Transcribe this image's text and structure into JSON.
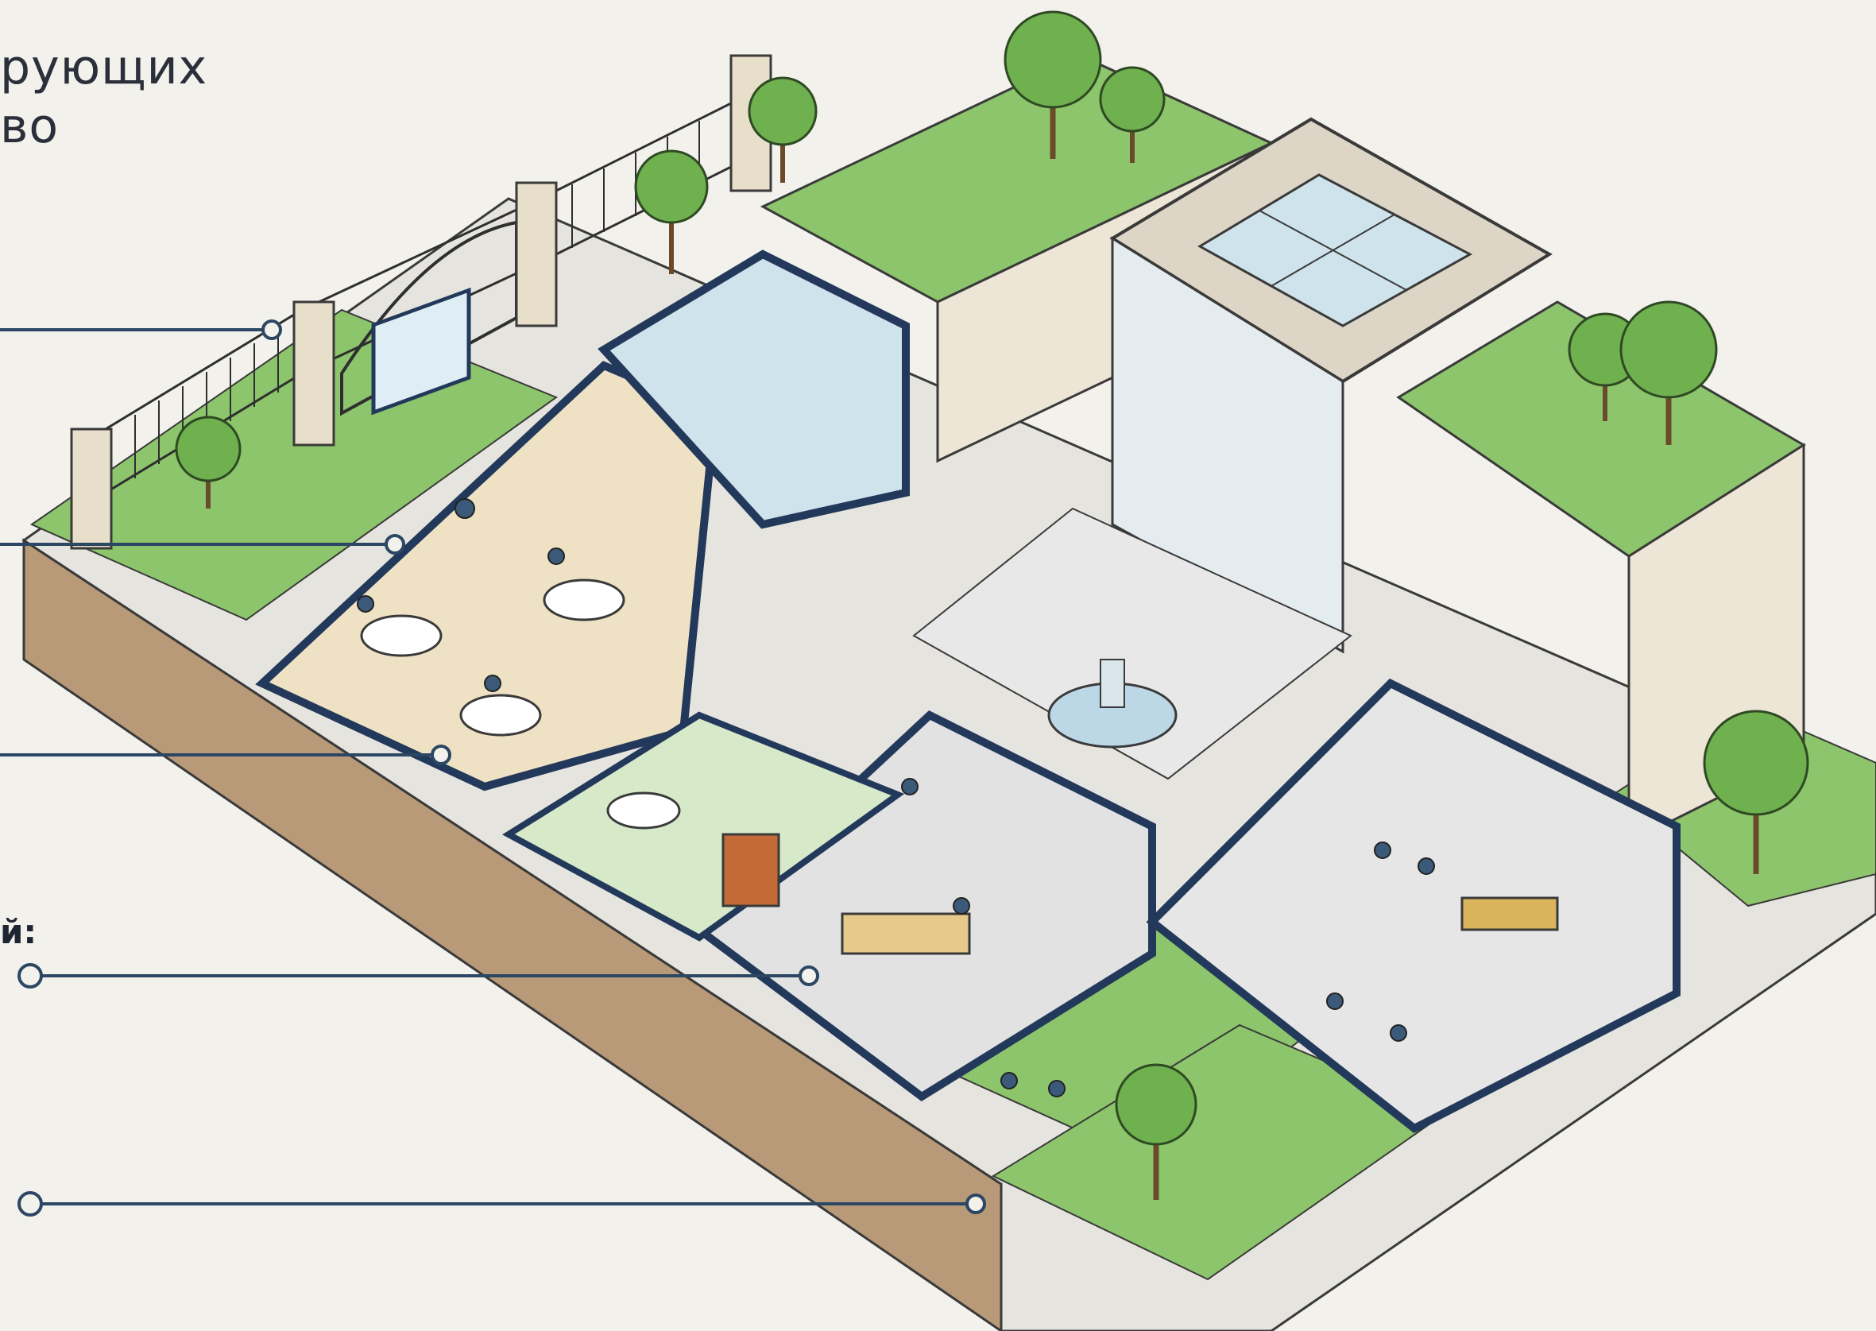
{
  "heading": {
    "line1": "рующих",
    "line2": "во"
  },
  "callout_fragment": "й:",
  "palette": {
    "background": "#f2f1ec",
    "leader_line": "#2c4763",
    "wall_cut": "#23395b",
    "grass": "#8cc56b",
    "floor": "#efe2c4",
    "glass": "#cfe3ec",
    "accent_wood": "#d9b45a"
  }
}
